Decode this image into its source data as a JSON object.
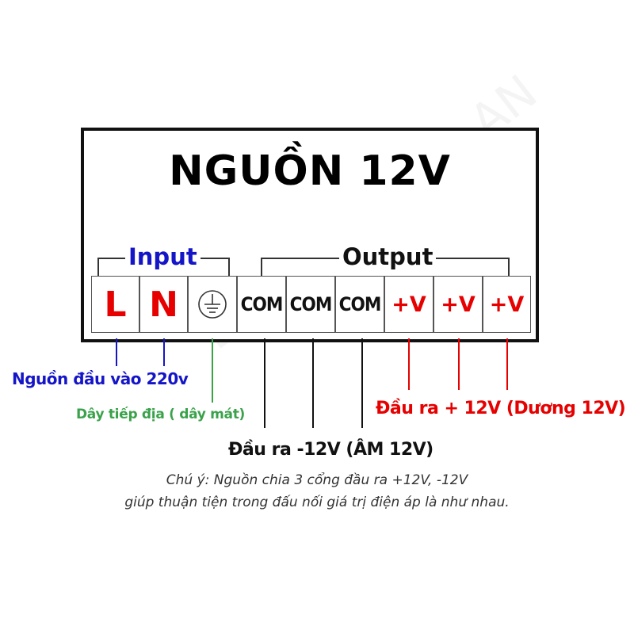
{
  "title": "NGUỒN 12V",
  "watermark": "LED TRƯỜNG AN",
  "groups": {
    "input": "Input",
    "output": "Output"
  },
  "terminals": [
    {
      "label": "L",
      "kind": "line",
      "color": "#e60000"
    },
    {
      "label": "N",
      "kind": "neutral",
      "color": "#e60000"
    },
    {
      "label": "",
      "kind": "ground",
      "icon": "ground-icon"
    },
    {
      "label": "COM",
      "kind": "com",
      "color": "#111111"
    },
    {
      "label": "COM",
      "kind": "com",
      "color": "#111111"
    },
    {
      "label": "COM",
      "kind": "com",
      "color": "#111111"
    },
    {
      "label": "+V",
      "kind": "positive",
      "color": "#e60000"
    },
    {
      "label": "+V",
      "kind": "positive",
      "color": "#e60000"
    },
    {
      "label": "+V",
      "kind": "positive",
      "color": "#e60000"
    }
  ],
  "captions": {
    "input": "Nguồn đầu vào 220v",
    "ground": "Dây tiếp địa ( dây mát)",
    "positive": "Đầu ra + 12V (Dương 12V)",
    "negative": "Đầu ra -12V (ÂM 12V)"
  },
  "note": {
    "line1": "Chú ý:  Nguồn chia 3 cổng đầu ra +12V, -12V",
    "line2": "giúp thuận tiện trong đấu nối giá trị điện áp là như nhau."
  },
  "colors": {
    "input_blue": "#1515c8",
    "ground_green": "#3aa24a",
    "positive_red": "#e60000",
    "negative_black": "#111111"
  }
}
